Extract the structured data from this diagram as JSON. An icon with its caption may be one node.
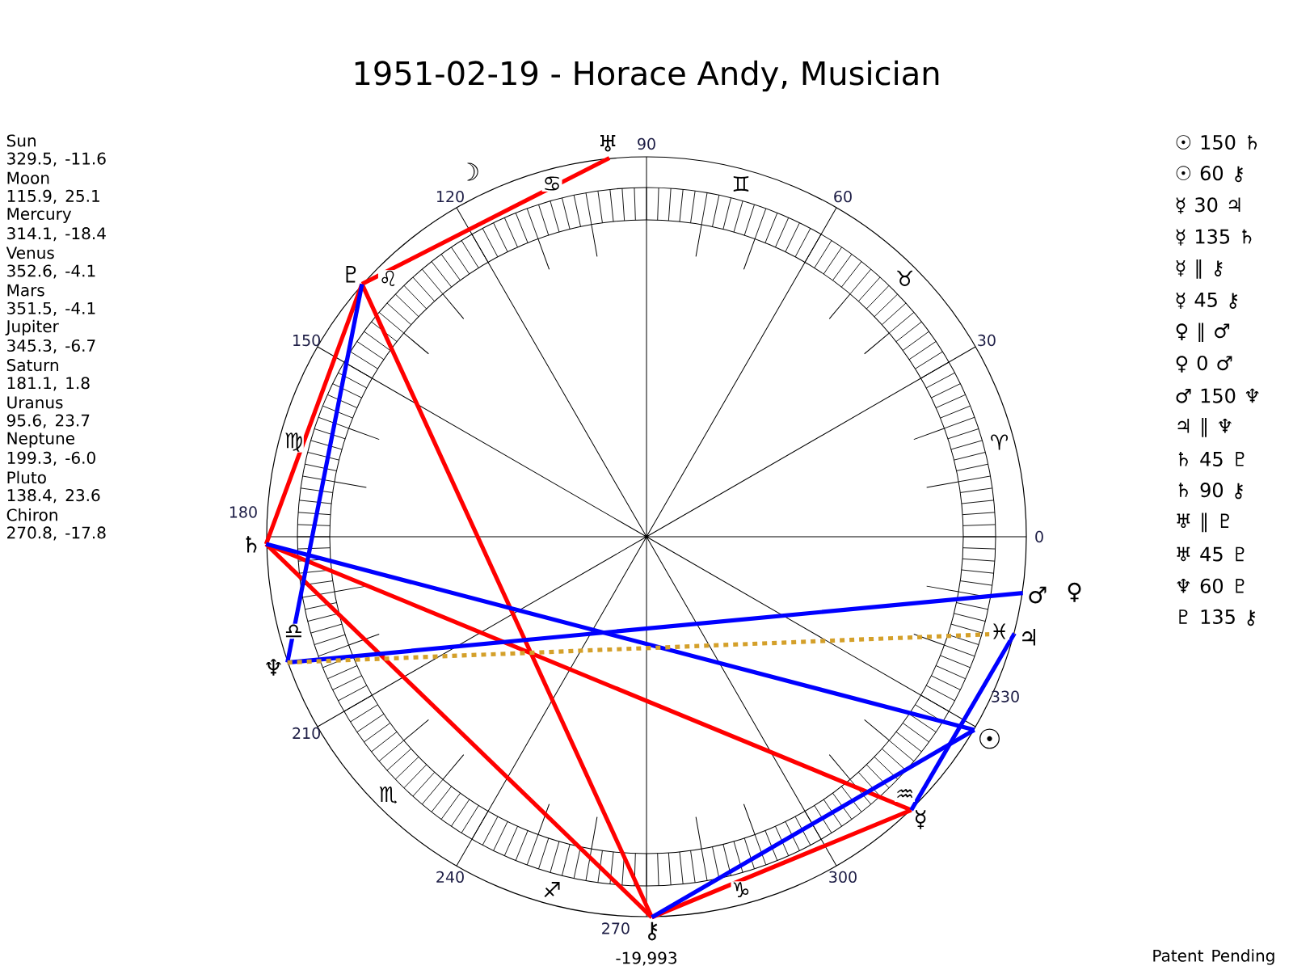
{
  "diagram": {
    "title": "1951-02-19 - Horace Andy, Musician",
    "nodes": [
      {
        "text": [
          "☉"
        ]
      },
      {
        "text": [
          "☿"
        ]
      },
      {
        "text": [
          "♂"
        ]
      },
      {
        "text": [
          "♃"
        ]
      },
      {
        "text": [
          "♄"
        ]
      },
      {
        "text": [
          "♅"
        ]
      },
      {
        "text": [
          "♆"
        ]
      },
      {
        "text": [
          "♇"
        ]
      },
      {
        "text": [
          "⚷"
        ]
      }
    ],
    "edges": [
      {
        "from": 5,
        "to": 7,
        "arrow": "none"
      },
      {
        "from": 7,
        "to": 4,
        "arrow": "none"
      },
      {
        "from": 7,
        "to": 8,
        "arrow": "none"
      },
      {
        "from": 4,
        "to": 8,
        "arrow": "none"
      },
      {
        "from": 4,
        "to": 1,
        "arrow": "none"
      },
      {
        "from": 1,
        "to": 8,
        "arrow": "none"
      },
      {
        "from": 7,
        "to": 6,
        "arrow": "none",
        "color": "#0000ff"
      },
      {
        "from": 6,
        "to": 2,
        "arrow": "none",
        "color": "#0000ff"
      },
      {
        "from": 4,
        "to": 0,
        "arrow": "none",
        "color": "#0000ff"
      },
      {
        "from": 0,
        "to": 8,
        "arrow": "none",
        "color": "#0000ff"
      },
      {
        "from": 1,
        "to": 3,
        "arrow": "none",
        "color": "#0000ff"
      },
      {
        "from": 6,
        "to": 3,
        "arrow": "none",
        "style": "dashed",
        "color": "#d4a02a"
      }
    ],
    "labels": [
      "Sun",
      "329.5, -11.6",
      "Moon",
      "115.9, 25.1",
      "Mercury",
      "314.1, -18.4",
      "Venus",
      "352.6, -4.1",
      "Mars",
      "351.5, -4.1",
      "Jupiter",
      "345.3, -6.7",
      "Saturn",
      "181.1, 1.8",
      "Uranus",
      "95.6, 23.7",
      "Neptune",
      "199.3, -6.0",
      "Pluto",
      "138.4, 23.6",
      "Chiron",
      "270.8, -17.8",
      "☉ 150 ♄",
      "☉ 60 ⚷",
      "☿ 30 ♃",
      "☿ 135 ♄",
      "☿ ∥ ⚷",
      "☿ 45 ⚷",
      "♀ ∥ ♂",
      "♀ 0 ♂",
      "♂ 150 ♆",
      "♃ ∥ ♆",
      "♄ 45 ♇",
      "♄ 90 ⚷",
      "♅ ∥ ♇",
      "♅ 45 ♇",
      "♆ 60 ♇",
      "♇ 135 ⚷",
      "☽",
      "♀",
      "0",
      "30",
      "60",
      "90",
      "120",
      "150",
      "180",
      "210",
      "240",
      "270",
      "300",
      "330",
      "♈",
      "♉",
      "♊",
      "♋",
      "♌",
      "♍",
      "♎",
      "♏",
      "♐",
      "♑",
      "♒",
      "♓",
      "-19,993",
      "Patent Pending"
    ]
  }
}
